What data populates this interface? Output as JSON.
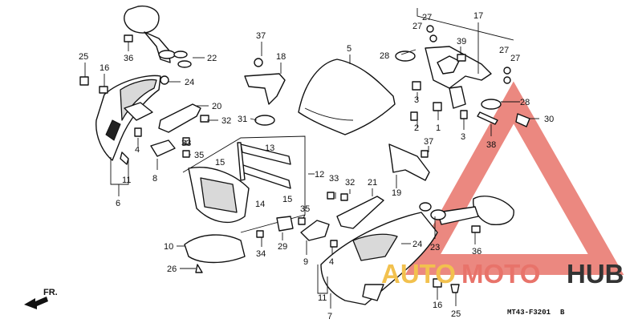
{
  "diagram": {
    "callouts": [
      {
        "id": "c25a",
        "text": "25"
      },
      {
        "id": "c16a",
        "text": "16"
      },
      {
        "id": "c36a",
        "text": "36"
      },
      {
        "id": "c22",
        "text": "22"
      },
      {
        "id": "c24a",
        "text": "24"
      },
      {
        "id": "c20",
        "text": "20"
      },
      {
        "id": "c32a",
        "text": "32"
      },
      {
        "id": "c4a",
        "text": "4"
      },
      {
        "id": "c33a",
        "text": "33"
      },
      {
        "id": "c35a",
        "text": "35"
      },
      {
        "id": "c8",
        "text": "8"
      },
      {
        "id": "c11a",
        "text": "11"
      },
      {
        "id": "c6",
        "text": "6"
      },
      {
        "id": "c37a",
        "text": "37"
      },
      {
        "id": "c18",
        "text": "18"
      },
      {
        "id": "c31",
        "text": "31"
      },
      {
        "id": "c5",
        "text": "5"
      },
      {
        "id": "c13",
        "text": "13"
      },
      {
        "id": "c15a",
        "text": "15"
      },
      {
        "id": "c12",
        "text": "12"
      },
      {
        "id": "c14",
        "text": "14"
      },
      {
        "id": "c15b",
        "text": "15"
      },
      {
        "id": "c10",
        "text": "10"
      },
      {
        "id": "c26",
        "text": "26"
      },
      {
        "id": "c34",
        "text": "34"
      },
      {
        "id": "c35b",
        "text": "35"
      },
      {
        "id": "c29",
        "text": "29"
      },
      {
        "id": "c9",
        "text": "9"
      },
      {
        "id": "c33b",
        "text": "33"
      },
      {
        "id": "c32b",
        "text": "32"
      },
      {
        "id": "c21",
        "text": "21"
      },
      {
        "id": "c4b",
        "text": "4"
      },
      {
        "id": "c24b",
        "text": "24"
      },
      {
        "id": "c11b",
        "text": "11"
      },
      {
        "id": "c7",
        "text": "7"
      },
      {
        "id": "c27a",
        "text": "27"
      },
      {
        "id": "c27b",
        "text": "27"
      },
      {
        "id": "c17",
        "text": "17"
      },
      {
        "id": "c28a",
        "text": "28"
      },
      {
        "id": "c39",
        "text": "39"
      },
      {
        "id": "c27c",
        "text": "27"
      },
      {
        "id": "c27d",
        "text": "27"
      },
      {
        "id": "c3a",
        "text": "3"
      },
      {
        "id": "c2",
        "text": "2"
      },
      {
        "id": "c1",
        "text": "1"
      },
      {
        "id": "c3b",
        "text": "3"
      },
      {
        "id": "c28b",
        "text": "28"
      },
      {
        "id": "c30",
        "text": "30"
      },
      {
        "id": "c38",
        "text": "38"
      },
      {
        "id": "c37b",
        "text": "37"
      },
      {
        "id": "c19",
        "text": "19"
      },
      {
        "id": "c23",
        "text": "23"
      },
      {
        "id": "c36b",
        "text": "36"
      },
      {
        "id": "c16b",
        "text": "16"
      },
      {
        "id": "c25b",
        "text": "25"
      }
    ],
    "front_indicator": "FR.",
    "diagram_code": "MT43-F3201",
    "diagram_code_suffix": "B"
  },
  "watermark": {
    "brand_part1": "AUTO",
    "brand_part2": "MOTO",
    "brand_part3": "HUB",
    "colors": {
      "triangle": "#e8736a",
      "auto": "#f2c14e",
      "moto": "#e8736a",
      "hub": "#333333"
    }
  }
}
